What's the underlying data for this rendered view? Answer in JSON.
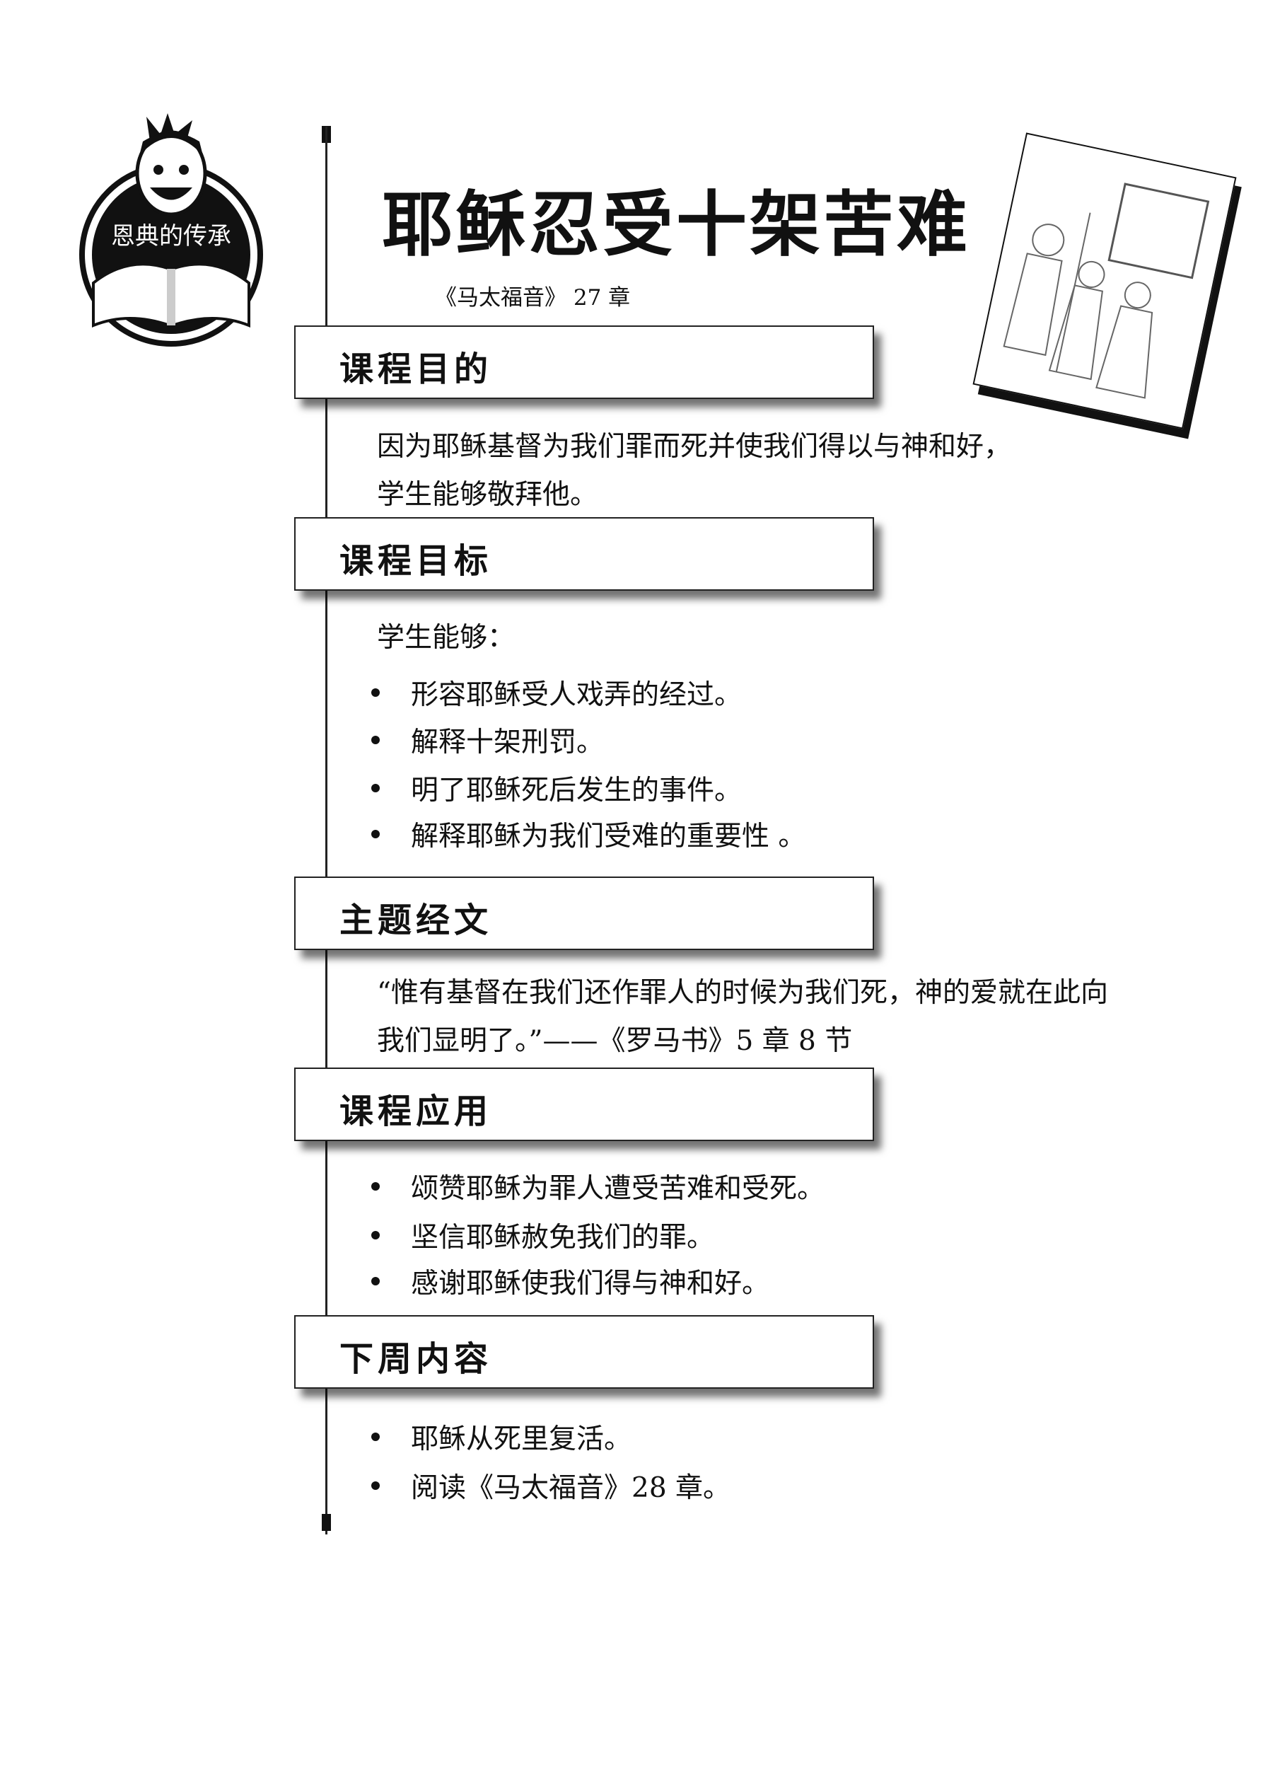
{
  "logo": {
    "text": "恩典的传承"
  },
  "title": "耶稣忍受十架苦难",
  "subtitle": "《马太福音》 27 章",
  "sections": {
    "purpose": {
      "heading": "课程目的",
      "lines": [
        "因为耶稣基督为我们罪而死并使我们得以与神和好，",
        "学生能够敬拜他。"
      ]
    },
    "objectives": {
      "heading": "课程目标",
      "intro": "学生能够：",
      "items": [
        "形容耶稣受人戏弄的经过。",
        "解释十架刑罚。",
        "明了耶稣死后发生的事件。",
        "解释耶稣为我们受难的重要性 。"
      ]
    },
    "verse": {
      "heading": "主题经文",
      "lines": [
        "“惟有基督在我们还作罪人的时候为我们死，神的爱就在此向",
        "我们显明了。”——《罗马书》5 章 8 节"
      ]
    },
    "application": {
      "heading": "课程应用",
      "items": [
        "颂赞耶稣为罪人遭受苦难和受死。",
        "坚信耶稣赦免我们的罪。",
        "感谢耶稣使我们得与神和好。"
      ]
    },
    "next": {
      "heading": "下周内容",
      "items": [
        "耶稣从死里复活。",
        "阅读《马太福音》28 章。"
      ]
    }
  }
}
